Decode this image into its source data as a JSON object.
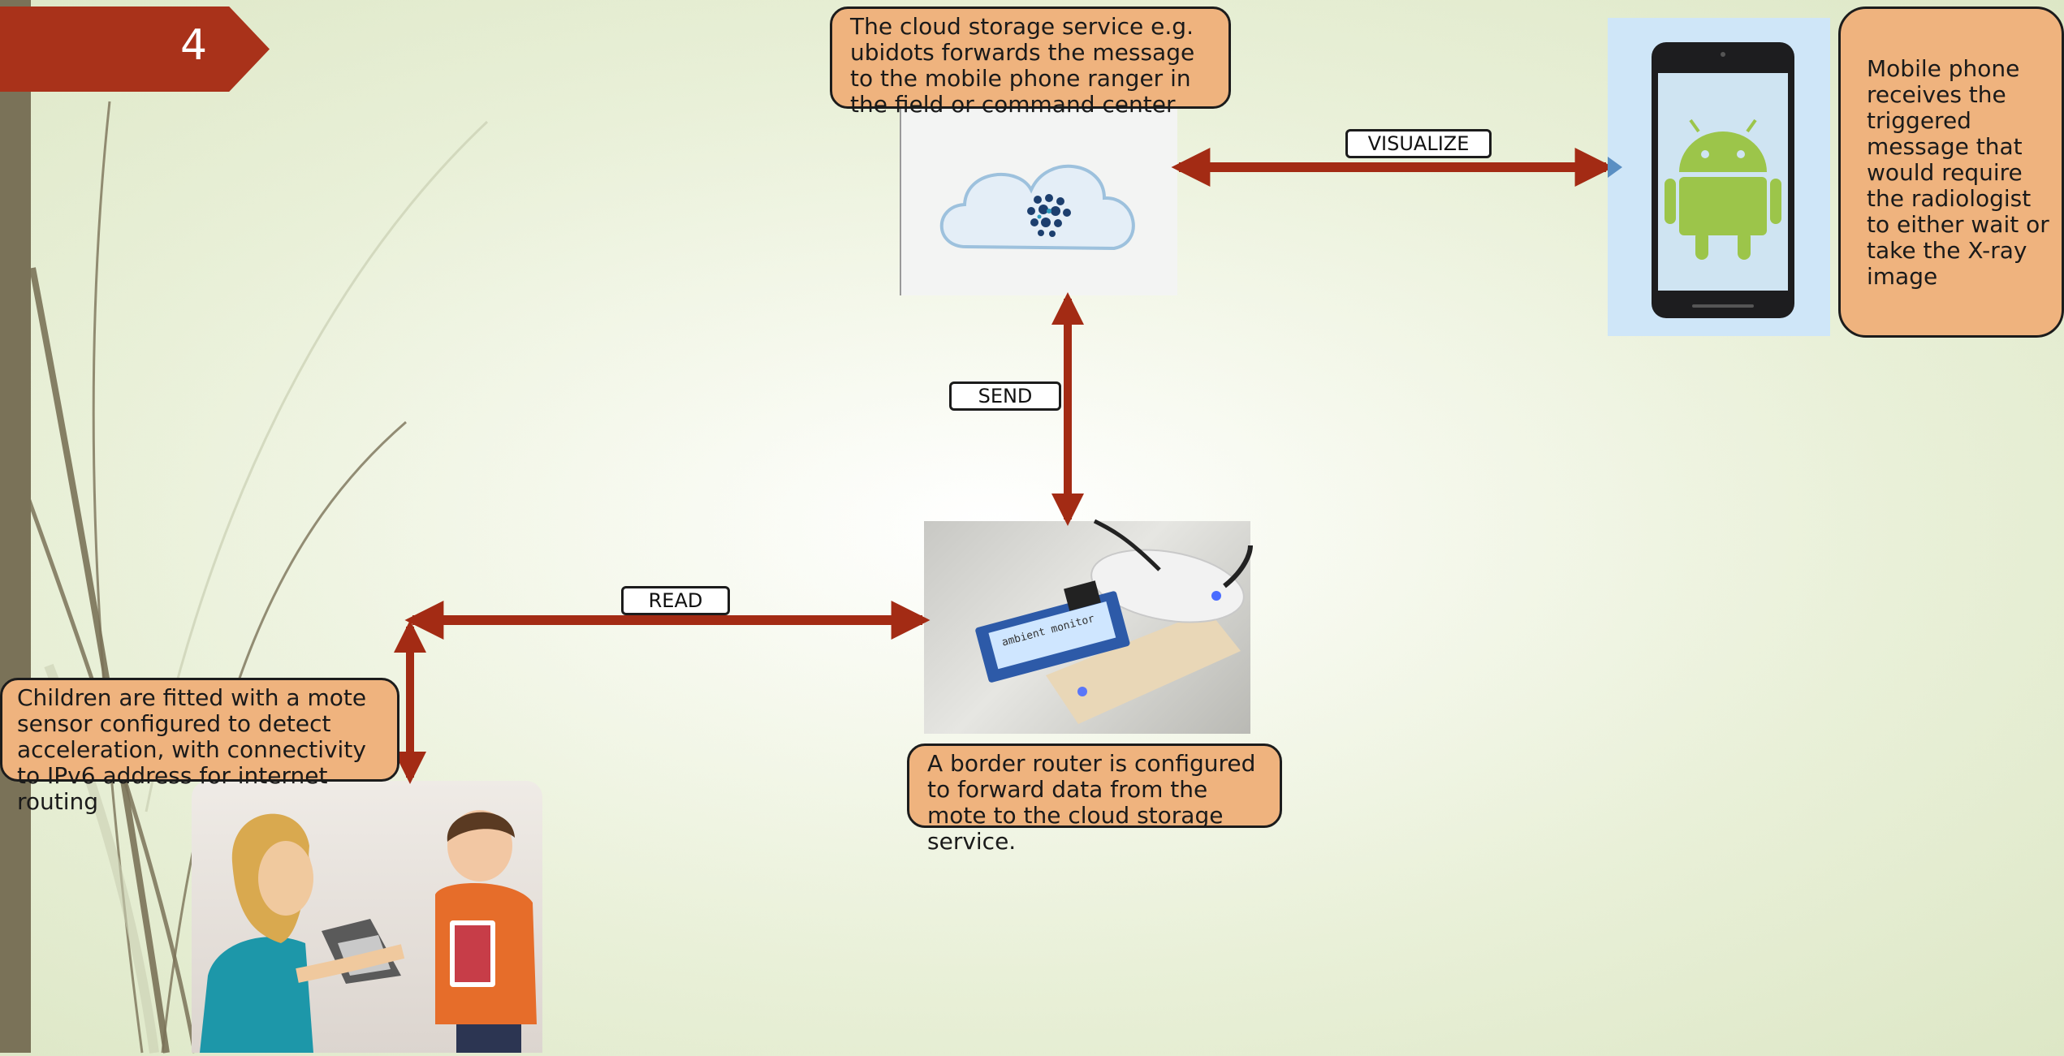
{
  "slide": {
    "number": "4"
  },
  "callouts": {
    "cloud": "The cloud storage service e.g. ubidots forwards the message to the mobile phone ranger in the field or command center",
    "phone": "Mobile phone receives the triggered message that would require the radiologist to either wait or take the X-ray image",
    "router": "A border router is configured to forward data from the mote to the cloud storage service.",
    "children": "Children are fitted with a mote sensor configured to detect acceleration, with connectivity to IPv6 address for internet routing"
  },
  "labels": {
    "visualize": "VISUALIZE",
    "send": "SEND",
    "read": "READ"
  },
  "router_screen_text": "ambient monitor",
  "colors": {
    "arrow": "#a32b14",
    "callout_fill": "#efb37e",
    "slide_tab": "#a9321a",
    "sidebar": "#7a7258"
  },
  "icons": [
    "cloud-icon",
    "android-icon",
    "phone-icon"
  ]
}
